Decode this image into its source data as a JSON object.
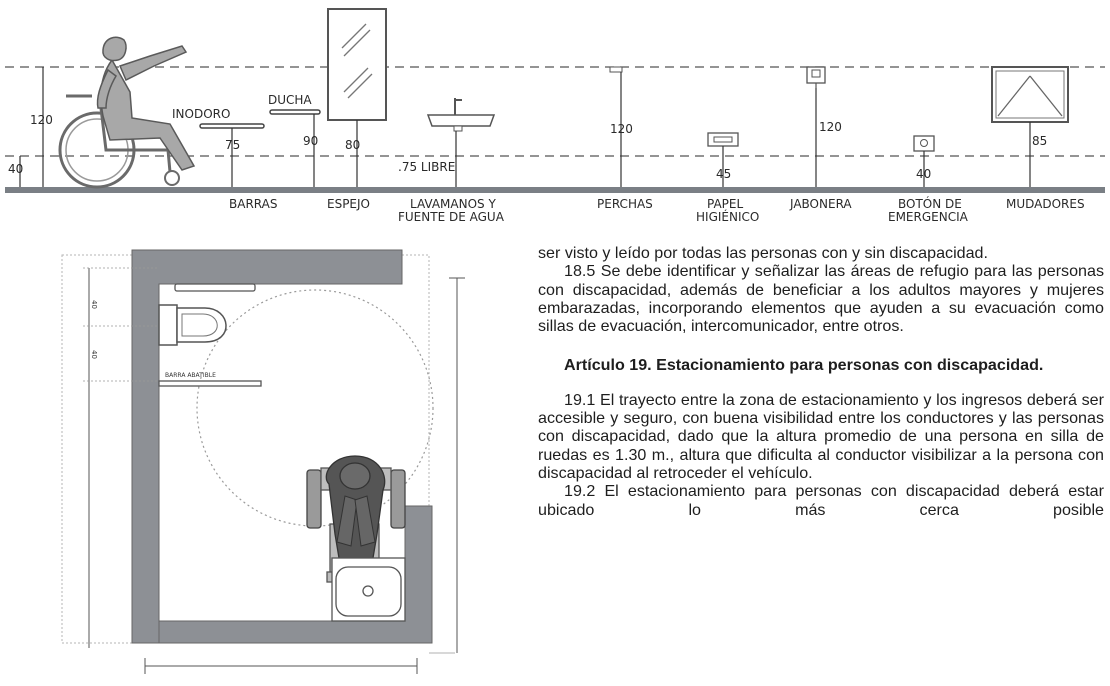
{
  "elevation": {
    "heights": {
      "h120_left": "120",
      "h40_left": "40",
      "inodoro": "INODORO",
      "ducha": "DUCHA",
      "h75": "75",
      "h90": "90",
      "h80": "80",
      "libre": ".75 LIBRE",
      "h120_perchas": "120",
      "h45": "45",
      "h120_jabonera": "120",
      "h40_boton": "40",
      "h85": "85"
    },
    "labels": {
      "barras": "BARRAS",
      "espejo": "ESPEJO",
      "lavamanos_1": "LAVAMANOS Y",
      "lavamanos_2": "FUENTE DE AGUA",
      "perchas": "PERCHAS",
      "papel_1": "PAPEL",
      "papel_2": "HIGIÉNICO",
      "jabonera": "JABONERA",
      "boton_1": "BOTÓN DE",
      "boton_2": "EMERGENCIA",
      "mudadores": "MUDADORES"
    }
  },
  "plan": {
    "dim_top": "40",
    "dim_second": "40",
    "barra_label": "BARRA ABATIBLE"
  },
  "text": {
    "p1": "ser visto y leído por todas las personas con y sin discapacidad.",
    "p2": "18.5 Se debe identificar y señalizar las áreas de refugio para las personas con discapacidad, además de beneficiar a los adultos mayores y mujeres embarazadas, incorporando elementos que ayuden a su evacuación como sillas de evacuación, intercomunicador, entre otros.",
    "heading": "Artículo 19. Estacionamiento para personas con discapacidad.",
    "p3": "19.1 El trayecto entre la zona de estacionamiento y los ingresos deberá ser accesible y seguro, con buena visibilidad entre los conductores y las personas con discapacidad, dado que la altura promedio de una persona en silla de ruedas es 1.30 m., altura que dificulta al conductor visibilizar a la persona con discapacidad al retroceder el vehículo.",
    "p4": "19.2 El estacionamiento para personas con discapacidad deberá estar ubicado lo más cerca posible"
  }
}
